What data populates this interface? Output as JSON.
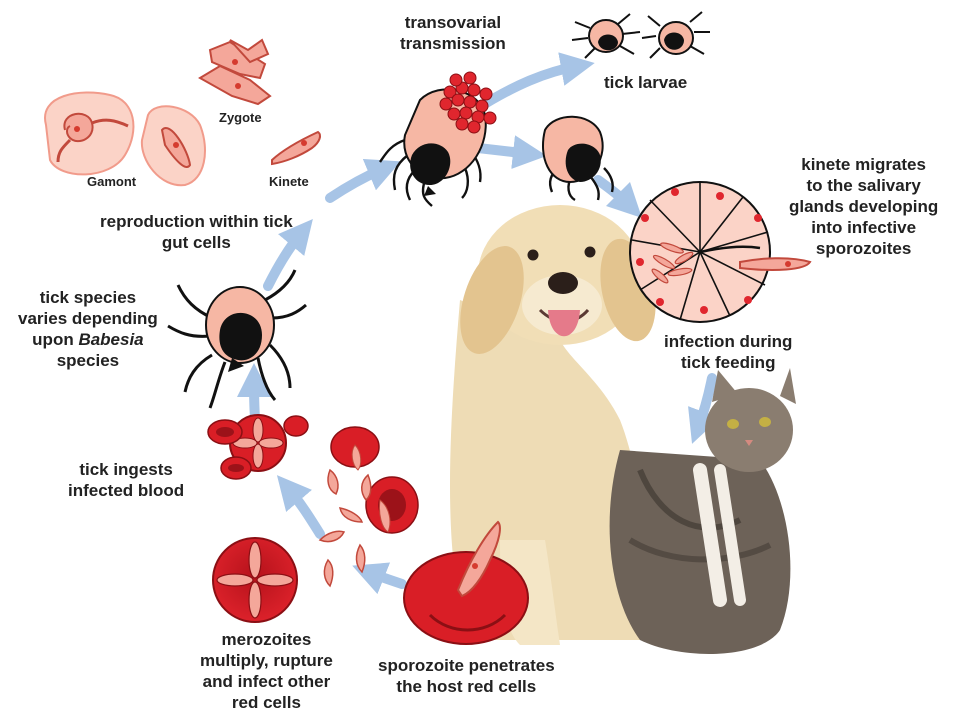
{
  "labels": {
    "transovarial": [
      "transovarial",
      "transmission"
    ],
    "tick_larvae": "tick larvae",
    "zygote": "Zygote",
    "gamont": "Gamont",
    "kinete": "Kinete",
    "reproduction": [
      "reproduction within tick",
      "gut cells"
    ],
    "kinete_migrates": [
      "kinete migrates",
      "to the salivary",
      "glands developing",
      "into infective",
      "sporozoites"
    ],
    "tick_species": [
      "tick species",
      "varies depending"
    ],
    "tick_species_upon": "upon ",
    "tick_species_genus": "Babesia",
    "tick_species_last": "species",
    "infection_feeding": [
      "infection during",
      "tick feeding"
    ],
    "tick_ingests": [
      "tick ingests",
      "infected blood"
    ],
    "merozoites": [
      "merozoites",
      "multiply, rupture",
      "and infect other",
      "red cells"
    ],
    "sporozoite": [
      "sporozoite penetrates",
      "the host red cells"
    ]
  },
  "icons": [
    "tick-icon",
    "tick-larva-icon",
    "egg-cluster-icon",
    "salivary-gland-icon",
    "red-cell-icon",
    "parasite-cell-icon",
    "dog-photo",
    "cat-photo",
    "cycle-arrow"
  ],
  "colors": {
    "arrow": "#a7c4e6",
    "parasite_fill": "#f4a79a",
    "parasite_stroke": "#c2493c",
    "red_cell": "#d91e26",
    "tick_body": "#f6b7a4",
    "tick_shield": "#111111",
    "text": "#222222"
  }
}
